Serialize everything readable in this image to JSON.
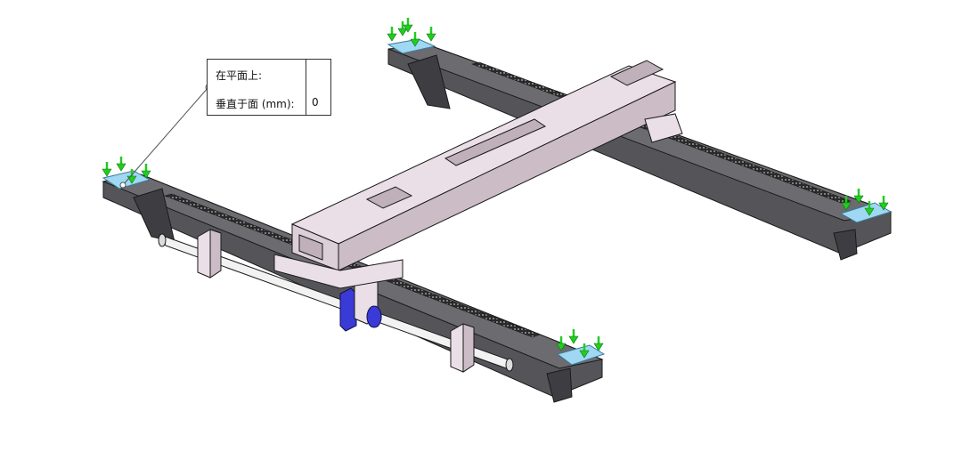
{
  "callout": {
    "in_plane_label": "在平面上:",
    "normal_label": "垂直于面 (mm):",
    "normal_value": "0"
  },
  "colors": {
    "rail_dark": "#4a4a4e",
    "rail_top": "#6b6b70",
    "frame": "#eadfe6",
    "frame_shade": "#cbbcc6",
    "fixture_arrow": "#22cc22",
    "fixture_pad": "#9fd8f2",
    "slider_block": "#3a3ad6",
    "rod": "#f2f2f2"
  }
}
